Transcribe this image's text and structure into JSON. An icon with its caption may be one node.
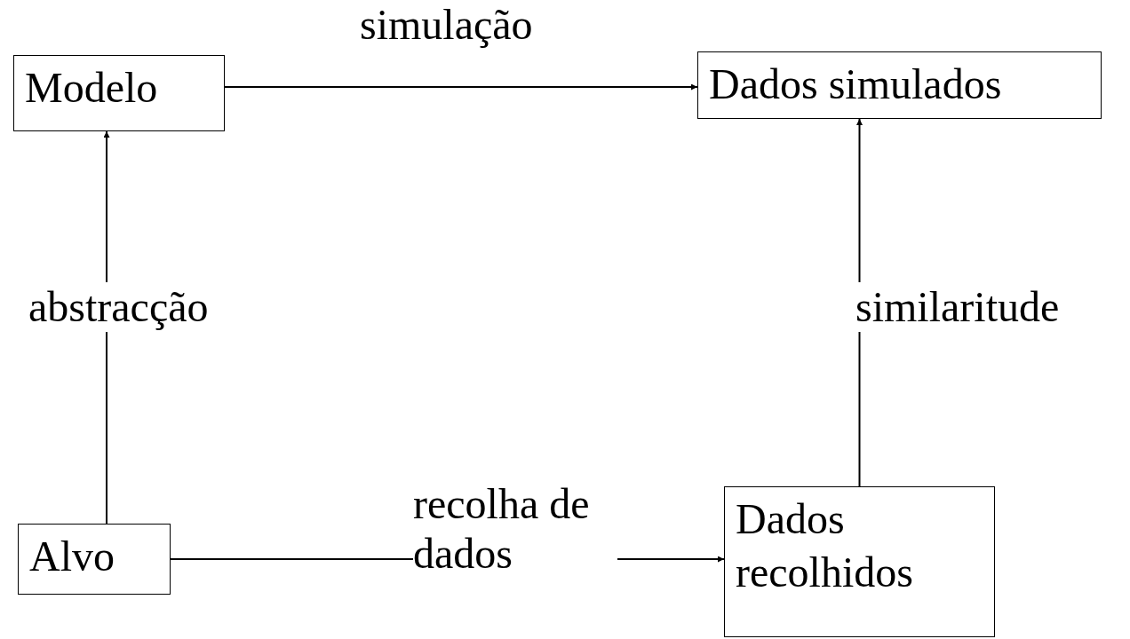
{
  "diagram": {
    "nodes": [
      {
        "text": [
          "Modelo"
        ]
      },
      {
        "text": [
          "Dados simulados"
        ]
      },
      {
        "text": [
          "Alvo"
        ]
      },
      {
        "text": [
          "Dados recolhidos"
        ]
      }
    ],
    "edges": [
      {
        "from": 0,
        "to": 1,
        "arrow": "to",
        "label": "simulação"
      },
      {
        "from": 2,
        "to": 0,
        "arrow": "to",
        "label": "abstracção"
      },
      {
        "from": 2,
        "to": 3,
        "arrow": "to",
        "label": "recolha de dados"
      },
      {
        "from": 3,
        "to": 1,
        "arrow": "to",
        "label": "similaritude"
      }
    ]
  }
}
